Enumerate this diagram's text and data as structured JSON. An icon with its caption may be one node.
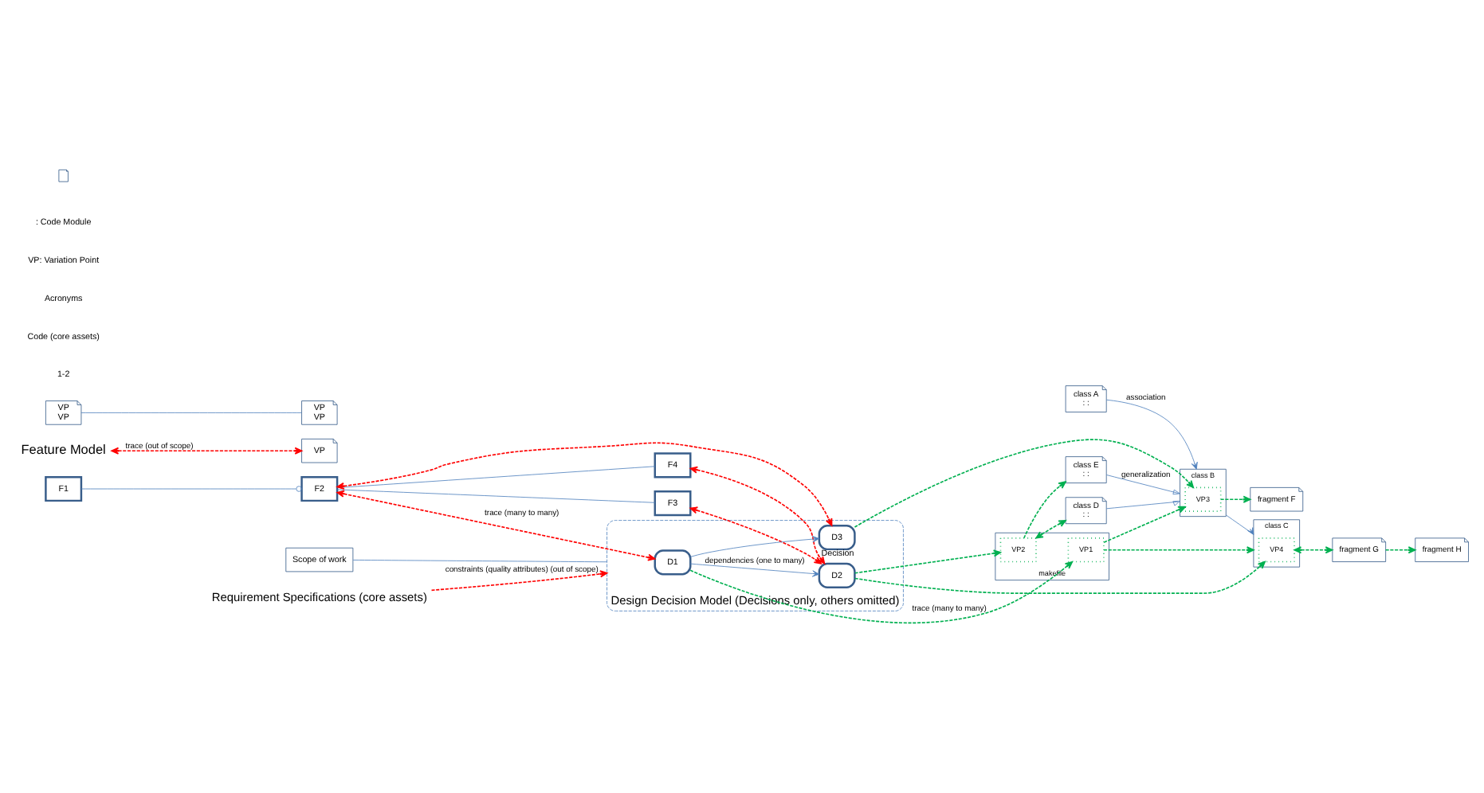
{
  "diagram": {
    "nodes": [
      {
        "text": [
          "Scope of work"
        ]
      },
      {
        "text": [
          "F1"
        ]
      },
      {
        "text": [
          "F2"
        ]
      },
      {
        "text": [
          "F3"
        ]
      },
      {
        "text": [
          "F4"
        ]
      },
      {
        "text": [
          "Feature Model"
        ]
      },
      {
        "text": [
          "Requirement Specifications (core assets)"
        ]
      },
      {
        "text": [
          "VP"
        ]
      },
      {
        "text": [
          "VP",
          "VP"
        ]
      },
      {
        "text": [
          "VP",
          "VP"
        ]
      },
      {
        "text": [
          "Design Decision Model (Decisions only, others omitted)"
        ]
      },
      {
        "text": [
          "D1"
        ],
        "in": 10
      },
      {
        "text": [
          "D3"
        ],
        "in": 10,
        "beside": [
          "Decision"
        ]
      },
      {
        "text": [
          "D2"
        ],
        "in": 10
      },
      {
        "text": [
          "makefile"
        ]
      },
      {
        "text": [
          "VP1"
        ],
        "in": 14
      },
      {
        "text": [
          "VP2"
        ],
        "in": 14
      },
      {
        "text": [
          "class A",
          ": :"
        ]
      },
      {
        "text": [
          "class B"
        ]
      },
      {
        "text": [
          "VP3"
        ],
        "in": 18
      },
      {
        "text": [
          "fragment F"
        ]
      },
      {
        "text": [
          "class C"
        ]
      },
      {
        "text": [
          "VP4"
        ],
        "in": 21
      },
      {
        "text": [
          "fragment G"
        ]
      },
      {
        "text": [
          "class E",
          ": :"
        ]
      },
      {
        "text": [
          "class D",
          ": :"
        ]
      },
      {
        "text": [
          "fragment H"
        ]
      }
    ],
    "edges": [
      {
        "from": 1,
        "to": 2,
        "arrow": "other"
      },
      {
        "from": 2,
        "to": 3,
        "arrow": "none"
      },
      {
        "from": 2,
        "to": 4,
        "arrow": "none"
      },
      {
        "from": 2,
        "to": 11,
        "arrow": "both",
        "label": "trace (many to many)",
        "style": "dashed",
        "color": "#ff0000"
      },
      {
        "from": 2,
        "to": 12,
        "arrow": "both",
        "style": "dashed",
        "color": "#ff0000"
      },
      {
        "from": 3,
        "to": 13,
        "arrow": "both",
        "style": "dashed",
        "color": "#ff0000"
      },
      {
        "from": 4,
        "to": 13,
        "arrow": "both",
        "style": "dashed",
        "color": "#ff0000"
      },
      {
        "from": 5,
        "to": 7,
        "arrow": "both",
        "label": "trace (out of scope)",
        "style": "dashed",
        "color": "#ff0000"
      },
      {
        "from": 8,
        "to": 9,
        "arrow": "none"
      },
      {
        "from": 6,
        "to": 10,
        "arrow": "to",
        "label": "constraints (quality attributes) (out of scope)",
        "style": "dashed",
        "color": "#ff0000"
      },
      {
        "from": 0,
        "to": 10,
        "arrow": "none"
      },
      {
        "from": 11,
        "to": 12,
        "arrow": "to"
      },
      {
        "from": 11,
        "to": 13,
        "arrow": "to",
        "label": "dependencies (one to many)"
      },
      {
        "from": 11,
        "to": 15,
        "arrow": "to",
        "label": "trace (many to many)",
        "style": "dashed",
        "color": "#00b050"
      },
      {
        "from": 12,
        "to": 19,
        "arrow": "to",
        "style": "dashed",
        "color": "#00b050"
      },
      {
        "from": 13,
        "to": 16,
        "arrow": "to",
        "style": "dashed",
        "color": "#00b050"
      },
      {
        "from": 13,
        "to": 22,
        "arrow": "to",
        "style": "dashed",
        "color": "#00b050"
      },
      {
        "from": 15,
        "to": 19,
        "arrow": "to",
        "style": "dashed",
        "color": "#00b050"
      },
      {
        "from": 15,
        "to": 21,
        "arrow": "to",
        "style": "dashed",
        "color": "#00b050"
      },
      {
        "from": 16,
        "to": 24,
        "arrow": "to",
        "style": "dashed",
        "color": "#00b050"
      },
      {
        "from": 16,
        "to": 25,
        "arrow": "both",
        "style": "dashed",
        "color": "#00b050"
      },
      {
        "from": 19,
        "to": 20,
        "arrow": "to",
        "style": "dashed",
        "color": "#00b050"
      },
      {
        "from": 22,
        "to": 23,
        "arrow": "both",
        "style": "dashed",
        "color": "#00b050"
      },
      {
        "from": 23,
        "to": 26,
        "arrow": "to",
        "style": "dashed",
        "color": "#00b050"
      },
      {
        "from": 17,
        "to": 18,
        "arrow": "to",
        "label": "association"
      },
      {
        "from": 18,
        "to": 21,
        "arrow": "to"
      },
      {
        "from": 24,
        "to": 18,
        "arrow": "to",
        "label": "generalization"
      },
      {
        "from": 25,
        "to": 18,
        "arrow": "to"
      }
    ],
    "labels": [
      "1-2",
      "Code (core assets)",
      "Acronyms",
      "VP: Variation Point"
    ],
    "legend": [
      {
        "text": ": Code Module"
      }
    ]
  }
}
